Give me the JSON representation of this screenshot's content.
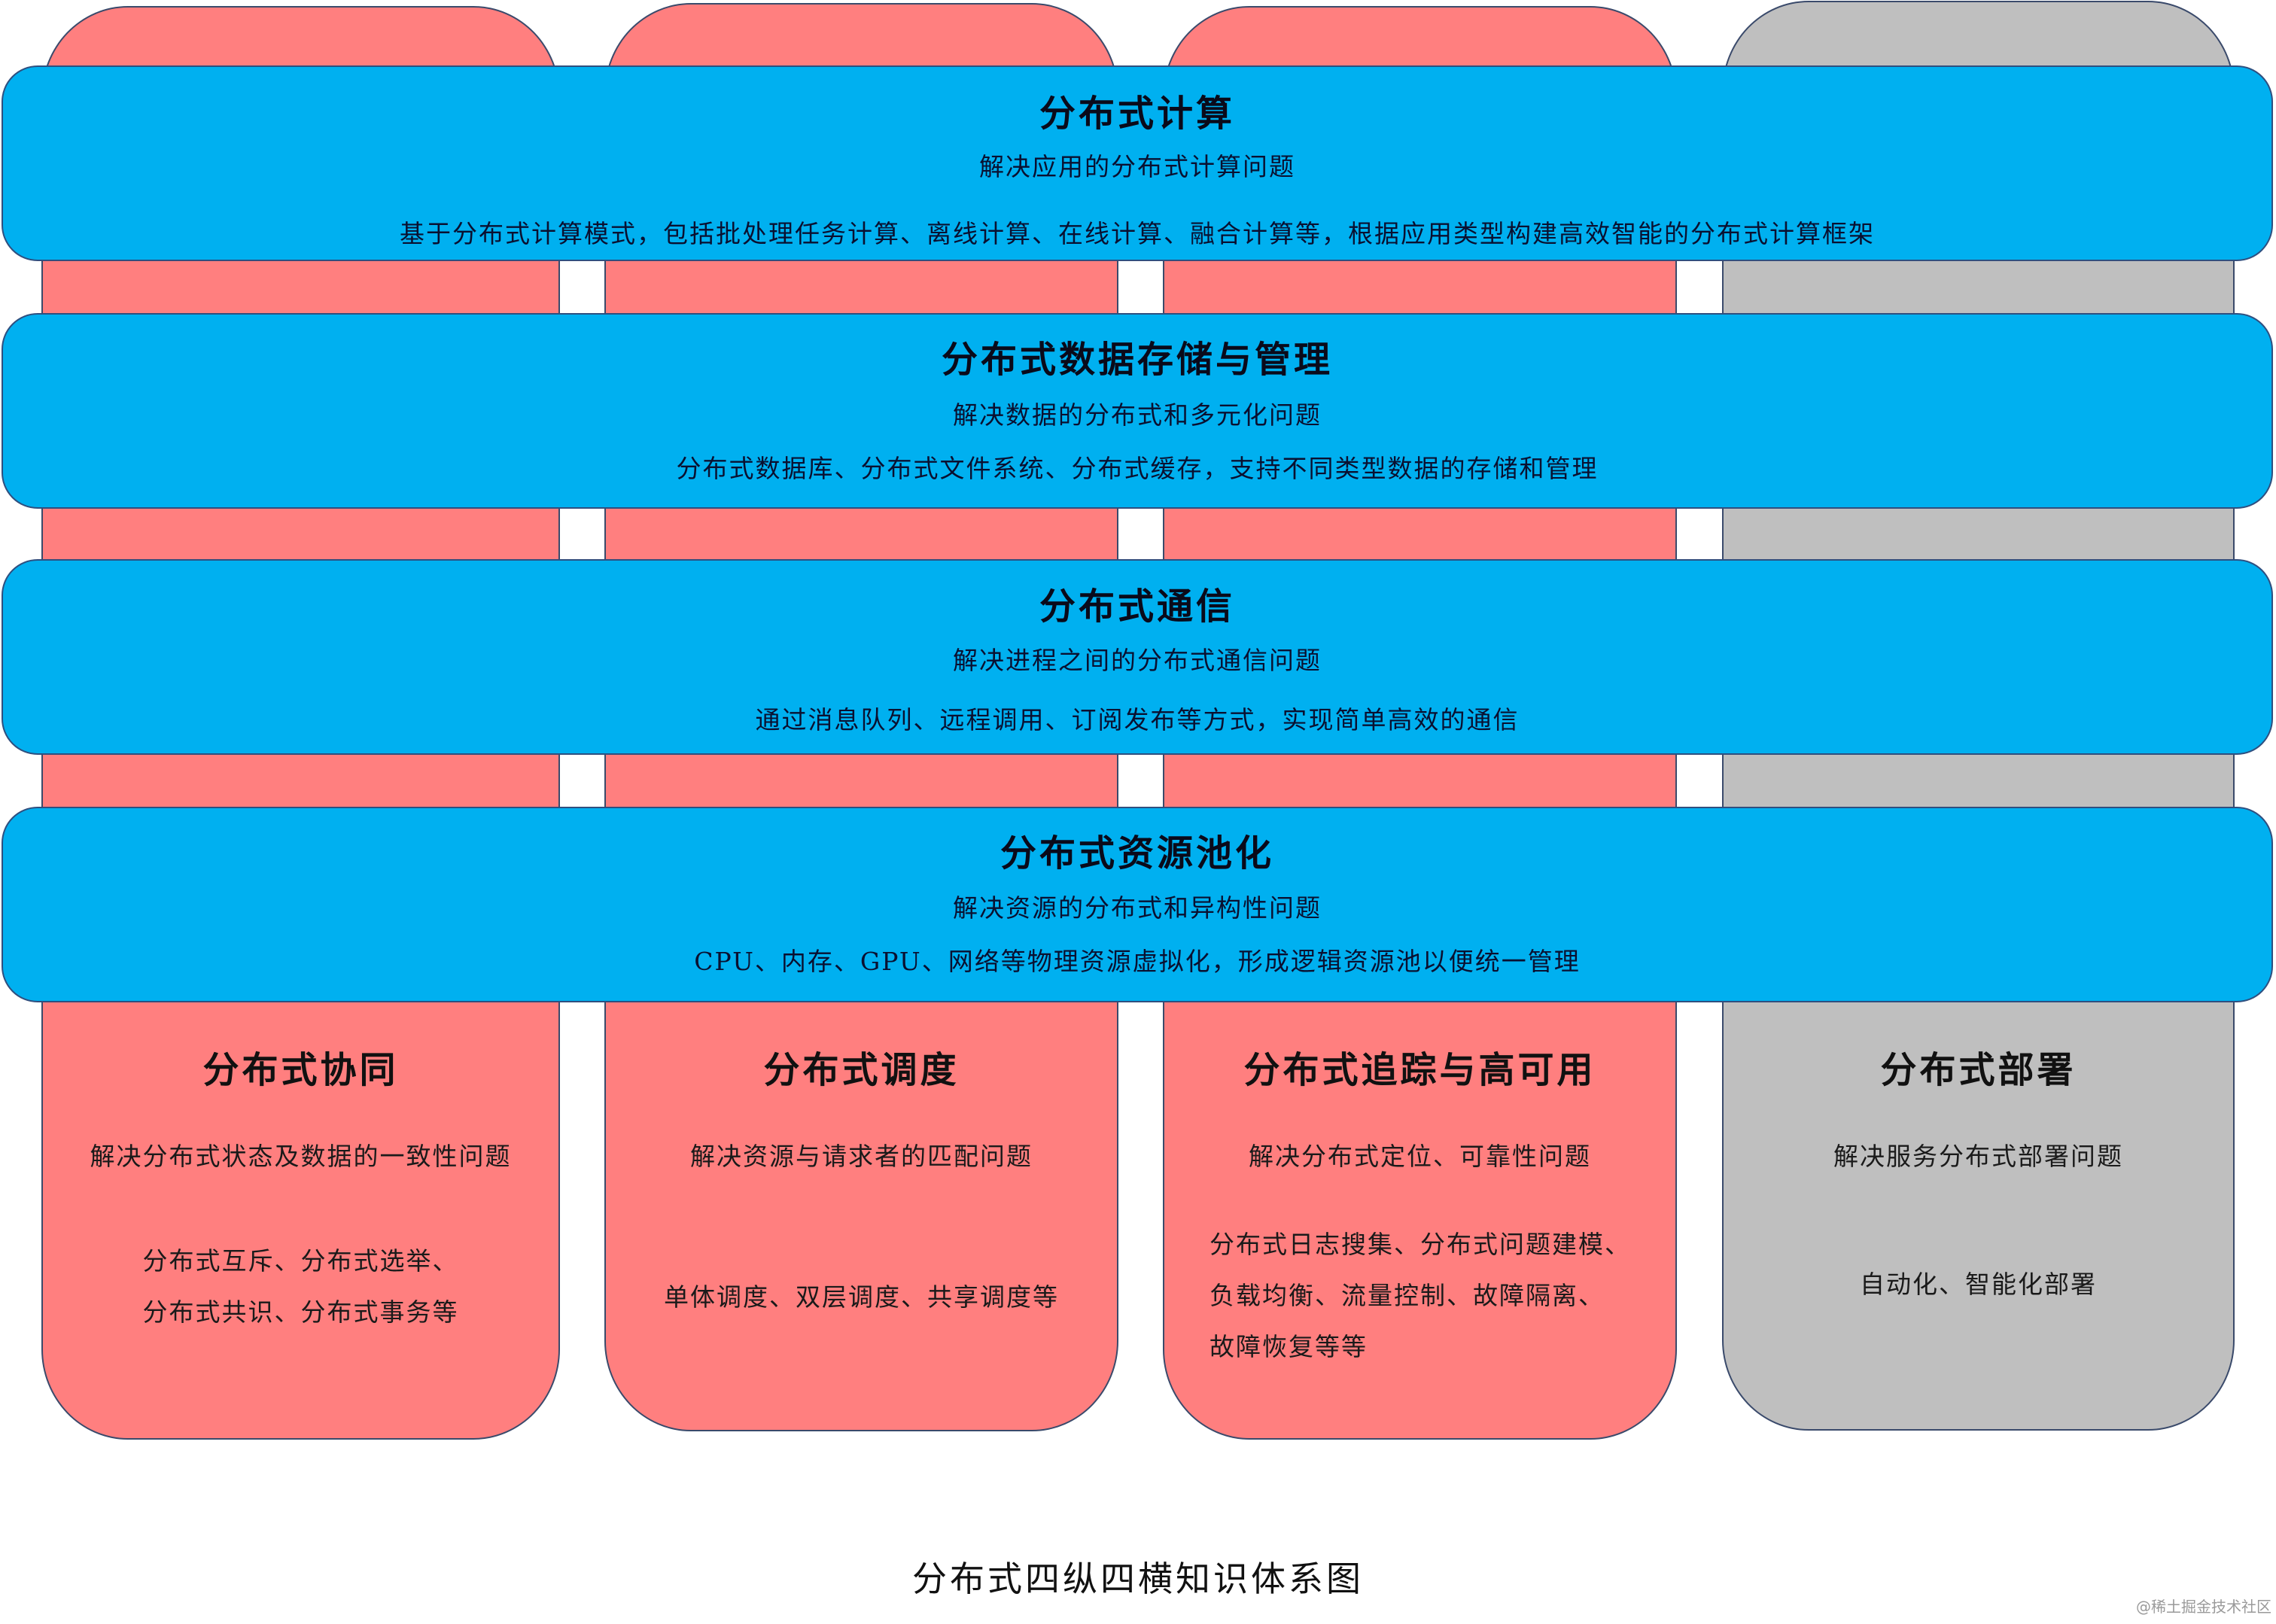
{
  "colors": {
    "horizontal_bar": "#00b0f0",
    "vertical_column_red": "#ff7f7f",
    "vertical_column_gray": "#bfbfbf",
    "border": "#2f4f7f"
  },
  "horizontal_bars": [
    {
      "title": "分布式计算",
      "subtitle": "解决应用的分布式计算问题",
      "detail": "基于分布式计算模式，包括批处理任务计算、离线计算、在线计算、融合计算等，根据应用类型构建高效智能的分布式计算框架"
    },
    {
      "title": "分布式数据存储与管理",
      "subtitle": "解决数据的分布式和多元化问题",
      "detail": "分布式数据库、分布式文件系统、分布式缓存，支持不同类型数据的存储和管理"
    },
    {
      "title": "分布式通信",
      "subtitle": "解决进程之间的分布式通信问题",
      "detail": "通过消息队列、远程调用、订阅发布等方式，实现简单高效的通信"
    },
    {
      "title": "分布式资源池化",
      "subtitle": "解决资源的分布式和异构性问题",
      "detail": "CPU、内存、GPU、网络等物理资源虚拟化，形成逻辑资源池以便统一管理"
    }
  ],
  "vertical_columns": [
    {
      "title": "分布式协同",
      "subtitle": "解决分布式状态及数据的一致性问题",
      "detail_lines": [
        "分布式互斥、分布式选举、",
        "分布式共识、分布式事务等"
      ],
      "color": "red"
    },
    {
      "title": "分布式调度",
      "subtitle": "解决资源与请求者的匹配问题",
      "detail_lines": [
        "单体调度、双层调度、共享调度等"
      ],
      "color": "red"
    },
    {
      "title": "分布式追踪与高可用",
      "subtitle": "解决分布式定位、可靠性问题",
      "detail_lines": [
        "分布式日志搜集、分布式问题建模、",
        "负载均衡、流量控制、故障隔离、",
        "故障恢复等等"
      ],
      "color": "red"
    },
    {
      "title": "分布式部署",
      "subtitle": "解决服务分布式部署问题",
      "detail_lines": [
        "自动化、智能化部署"
      ],
      "color": "gray"
    }
  ],
  "footer": {
    "title": "分布式四纵四横知识体系图",
    "watermark": "@稀土掘金技术社区"
  }
}
